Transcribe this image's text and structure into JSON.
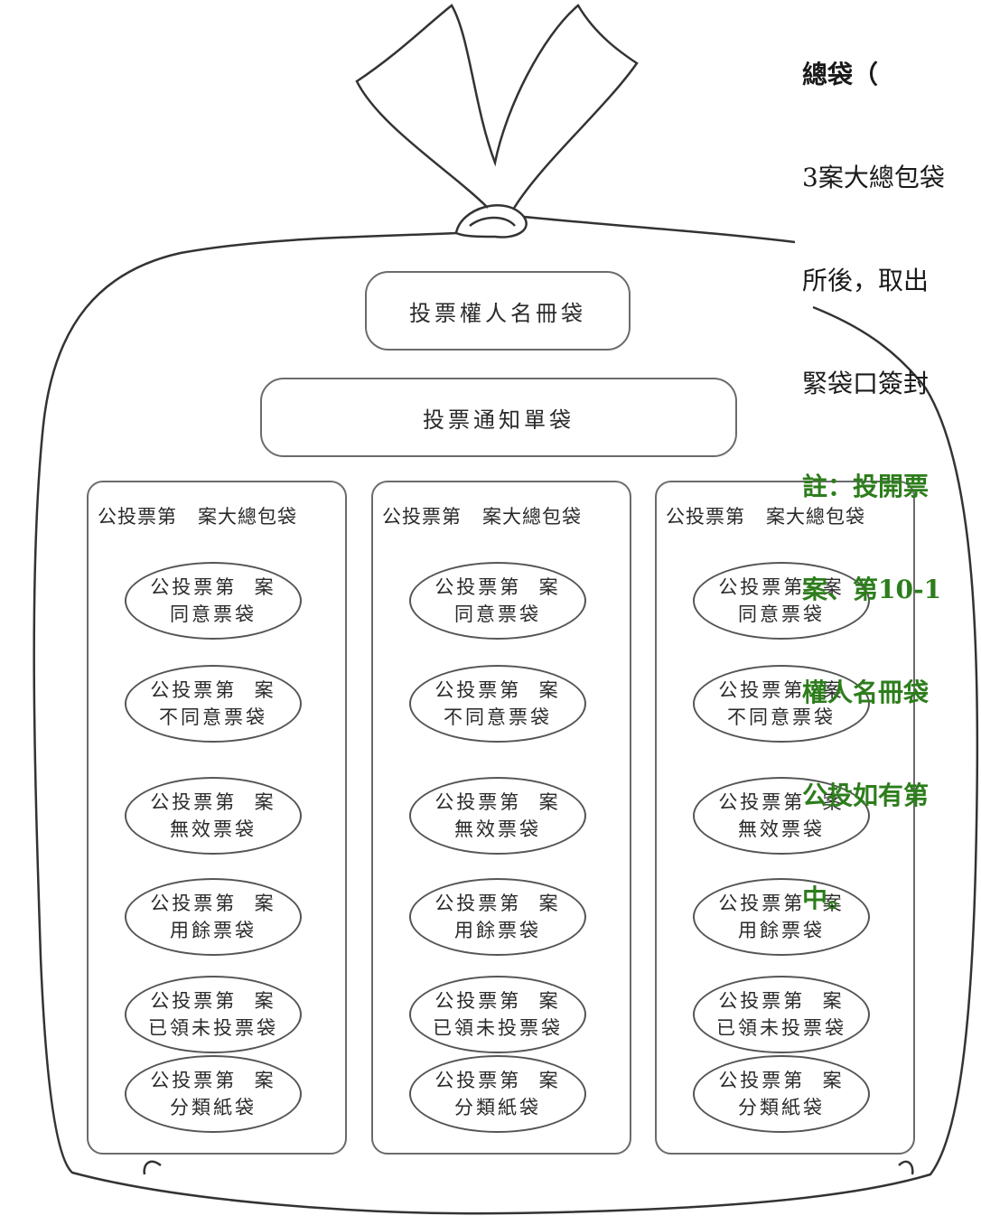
{
  "note": {
    "lines": [
      {
        "text": "總袋（"
      },
      {
        "text": "3案大總包袋"
      },
      {
        "text": "所後，取出"
      },
      {
        "text": "緊袋口簽封"
      },
      {
        "text": "註：投開票"
      },
      {
        "text": "案、第10-1"
      },
      {
        "text": "權人名冊袋"
      },
      {
        "text": "公投如有第"
      },
      {
        "text": "中。"
      }
    ]
  },
  "top_boxes": {
    "register_bag": "投票權人名冊袋",
    "notice_bag": "投票通知單袋"
  },
  "columns": [
    {
      "title": "公投票第   案大總包袋",
      "pills": [
        {
          "line1": "公投票第  案",
          "line2": "同意票袋"
        },
        {
          "line1": "公投票第  案",
          "line2": "不同意票袋"
        },
        {
          "line1": "公投票第  案",
          "line2": "無效票袋"
        },
        {
          "line1": "公投票第  案",
          "line2": "用餘票袋"
        },
        {
          "line1": "公投票第  案",
          "line2": "已領未投票袋"
        },
        {
          "line1": "公投票第  案",
          "line2": "分類紙袋"
        }
      ]
    },
    {
      "title": "公投票第   案大總包袋",
      "pills": [
        {
          "line1": "公投票第  案",
          "line2": "同意票袋"
        },
        {
          "line1": "公投票第  案",
          "line2": "不同意票袋"
        },
        {
          "line1": "公投票第  案",
          "line2": "無效票袋"
        },
        {
          "line1": "公投票第  案",
          "line2": "用餘票袋"
        },
        {
          "line1": "公投票第  案",
          "line2": "已領未投票袋"
        },
        {
          "line1": "公投票第  案",
          "line2": "分類紙袋"
        }
      ]
    },
    {
      "title": "公投票第   案大總包袋",
      "pills": [
        {
          "line1": "公投票第  案",
          "line2": "同意票袋"
        },
        {
          "line1": "公投票第  案",
          "line2": "不同意票袋"
        },
        {
          "line1": "公投票第  案",
          "line2": "無效票袋"
        },
        {
          "line1": "公投票第  案",
          "line2": "用餘票袋"
        },
        {
          "line1": "公投票第  案",
          "line2": "已領未投票袋"
        },
        {
          "line1": "公投票第  案",
          "line2": "分類紙袋"
        }
      ]
    }
  ],
  "colors": {
    "outline": "#333333",
    "note_green": "#2d7d1c"
  }
}
